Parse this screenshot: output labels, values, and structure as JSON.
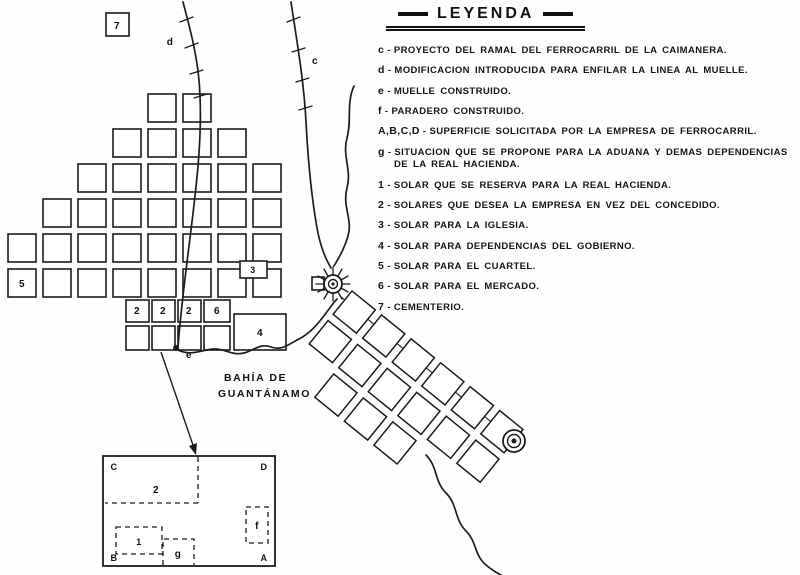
{
  "page": {
    "paper_color": "#fefefe",
    "ink_color": "#1a1a1a"
  },
  "legend": {
    "title": "LEYENDA",
    "sep": "-",
    "items": [
      {
        "key": "c",
        "text": "PROYECTO DEL RAMAL DEL FERROCARRIL DE LA CAIMANERA."
      },
      {
        "key": "d",
        "text": "MODIFICACION INTRODUCIDA PARA ENFILAR LA LINEA AL MUELLE."
      },
      {
        "key": "e",
        "text": "MUELLE CONSTRUIDO."
      },
      {
        "key": "f",
        "text": "PARADERO CONSTRUIDO."
      },
      {
        "key": "A,B,C,D",
        "text": "SUPERFICIE SOLICITADA POR LA EMPRESA DE FERROCARRIL."
      },
      {
        "key": "g",
        "text": "SITUACION QUE SE PROPONE PARA LA ADUANA Y DEMAS DEPENDENCIAS DE LA REAL HACIENDA."
      },
      {
        "key": "1",
        "text": "SOLAR QUE SE RESERVA PARA LA REAL HACIENDA."
      },
      {
        "key": "2",
        "text": "SOLARES QUE DESEA LA EMPRESA EN VEZ DEL CONCEDIDO."
      },
      {
        "key": "3",
        "text": "SOLAR PARA LA IGLESIA."
      },
      {
        "key": "4",
        "text": "SOLAR PARA DEPENDENCIAS DEL GOBIERNO."
      },
      {
        "key": "5",
        "text": "SOLAR PARA EL CUARTEL."
      },
      {
        "key": "6",
        "text": "SOLAR PARA EL MERCADO."
      },
      {
        "key": "7",
        "text": "CEMENTERIO."
      }
    ]
  },
  "map": {
    "bay_name_line1": "BAHÍA DE",
    "bay_name_line2": "GUANTÁNAMO",
    "labels": {
      "cemetery": "7",
      "rail_modified": "d",
      "rail_project": "c",
      "muelle": "e",
      "cuartel": "5",
      "solar_empresa_1": "2",
      "solar_empresa_2": "2",
      "solar_empresa_3": "2",
      "mercado": "6",
      "iglesia": "3",
      "gobierno": "4"
    },
    "inset": {
      "corner_top_left": "C",
      "corner_top_right": "D",
      "corner_bottom_left": "B",
      "corner_bottom_right": "A",
      "region_solares": "2",
      "lot_hacienda": "1",
      "lot_aduana": "g",
      "lot_paradero": "f"
    }
  }
}
